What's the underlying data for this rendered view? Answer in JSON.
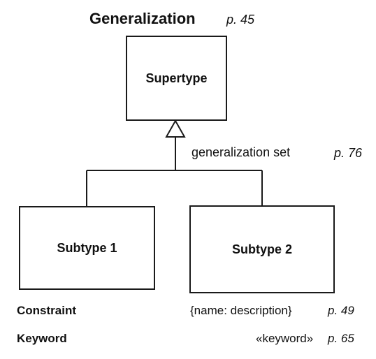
{
  "title": {
    "text": "Generalization",
    "page": "p. 45"
  },
  "nodes": {
    "supertype": "Supertype",
    "subtype1": "Subtype 1",
    "subtype2": "Subtype 2"
  },
  "generalization_set": {
    "label": "generalization set",
    "page": "p. 76"
  },
  "legend": [
    {
      "name": "Constraint",
      "notation": "{name: description}",
      "page": "p. 49"
    },
    {
      "name": "Keyword",
      "notation": "«keyword»",
      "page": "p. 65"
    }
  ]
}
